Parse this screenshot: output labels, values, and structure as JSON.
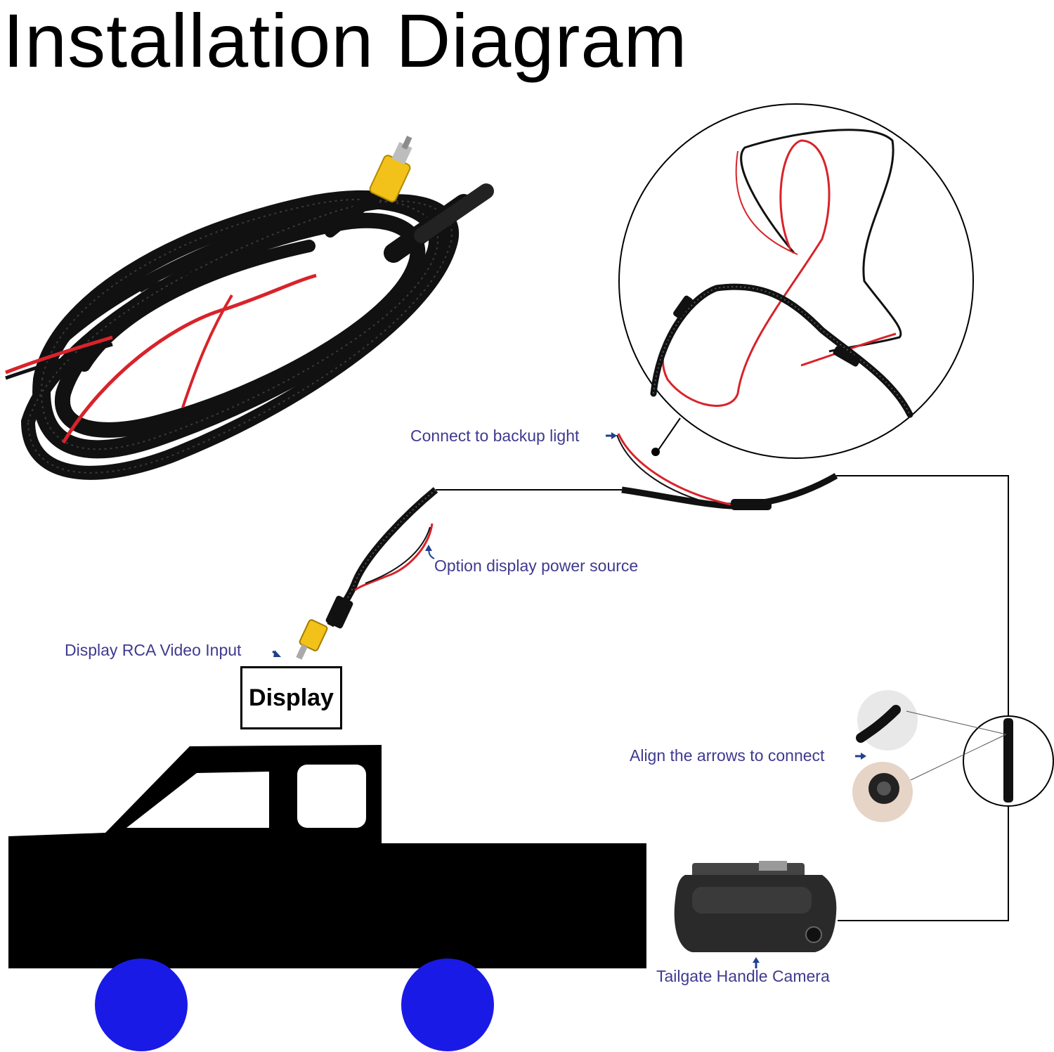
{
  "title": "Installation Diagram",
  "labels": {
    "backup_light": "Connect to backup light",
    "display_power": "Option display power source",
    "rca_input": "Display RCA Video Input",
    "display": "Display",
    "align_arrows": "Align the arrows to connect",
    "camera": "Tailgate Handle Camera"
  },
  "colors": {
    "label_text": "#3f3a8f",
    "arrow": "#1f3f8f",
    "wire_red": "#d8232a",
    "cable_black": "#111111",
    "rca_yellow": "#f2c21b",
    "wheel_blue": "#1a1ae6"
  },
  "icons": [
    "arrow-right-icon",
    "arrow-up-icon",
    "arrow-down-right-icon",
    "arrow-down-left-icon"
  ]
}
